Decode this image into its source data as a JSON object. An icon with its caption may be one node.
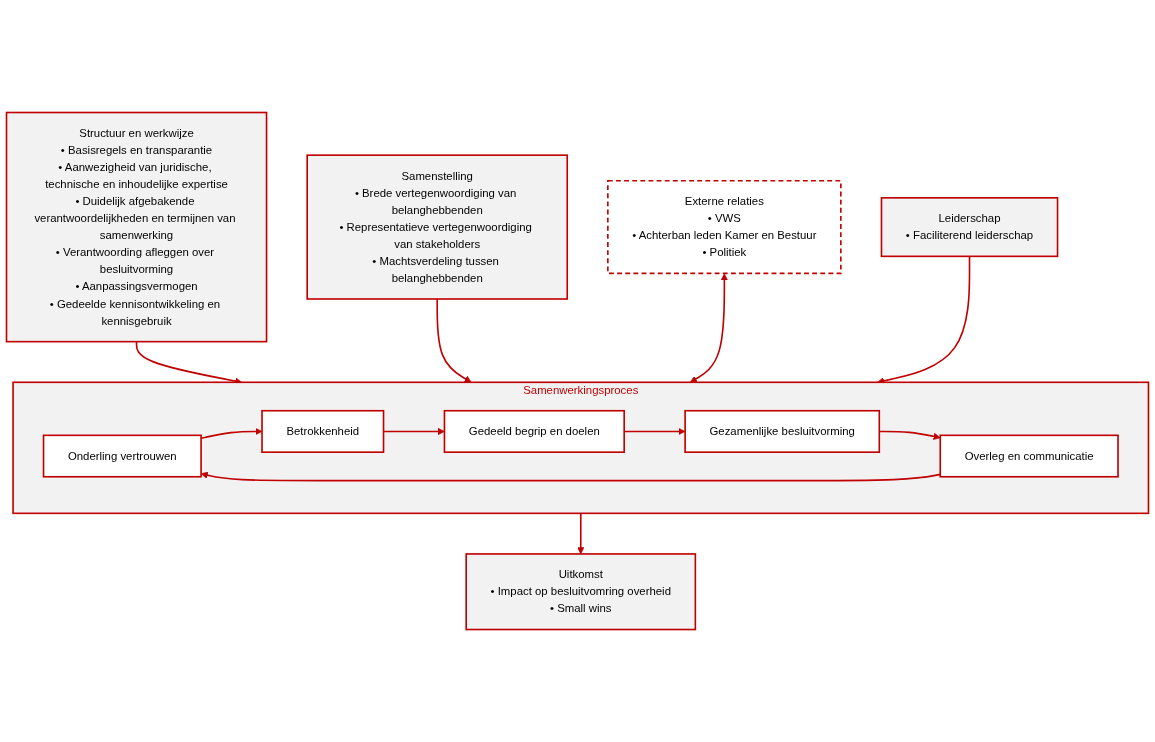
{
  "diagram": {
    "nodes": [
      {
        "text": [
          "Structuur en werkwijze",
          "• Basisregels en transparantie",
          "• Aanwezigheid van juridische, technische en inhoudelijke expertise",
          "• Duidelijk afgebakende verantwoordelijkheden en termijnen van samenwerking",
          "• Verantwoording afleggen over besluitvorming",
          "• Aanpassingsvermogen",
          "• Gedeelde kennisontwikkeling en kennisgebruik"
        ]
      },
      {
        "text": [
          "Samenstelling",
          "• Brede vertegenwoordiging van belanghebbenden",
          "• Representatieve vertegenwoordiging van stakeholders",
          "• Machtsverdeling tussen belanghebbenden"
        ]
      },
      {
        "text": [
          "Samenwerkingsproces"
        ]
      },
      {
        "text": [
          "Onderling vertrouwen"
        ],
        "in": 2
      },
      {
        "text": [
          "Overleg en communicatie"
        ],
        "in": 2
      },
      {
        "text": [
          "Betrokkenheid"
        ],
        "in": 2
      },
      {
        "text": [
          "Gezamenlijke besluitvorming"
        ],
        "in": 2
      },
      {
        "text": [
          "Gedeeld begrip en doelen"
        ],
        "in": 2
      },
      {
        "text": [
          "Uitkomst",
          "• Impact op besluitvomring overheid",
          "• Small wins"
        ]
      },
      {
        "text": [
          "Externe relaties",
          "• VWS",
          "• Achterban leden Kamer en Bestuur",
          "• Politiek"
        ]
      },
      {
        "text": [
          "Leiderschap",
          "• Faciliterend leiderschap"
        ]
      }
    ],
    "edges": [
      {
        "from": 0,
        "to": 2,
        "arrow": "to"
      },
      {
        "from": 1,
        "to": 2,
        "arrow": "to"
      },
      {
        "from": 2,
        "to": 8,
        "arrow": "to"
      },
      {
        "from": 3,
        "to": 5,
        "arrow": "to"
      },
      {
        "from": 5,
        "to": 7,
        "arrow": "to"
      },
      {
        "from": 7,
        "to": 6,
        "arrow": "to"
      },
      {
        "from": 6,
        "to": 4,
        "arrow": "to"
      },
      {
        "from": 4,
        "to": 3,
        "arrow": "to"
      },
      {
        "from": 9,
        "to": 2,
        "arrow": "both"
      },
      {
        "from": 10,
        "to": 2,
        "arrow": "to"
      }
    ]
  }
}
